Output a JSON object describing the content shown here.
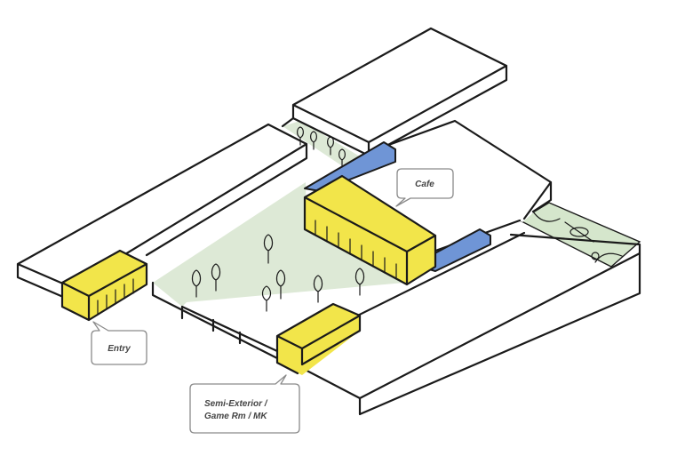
{
  "labels": {
    "cafe": "Cafe",
    "entry": "Entry",
    "semi_exterior_line1": "Semi-Exterior /",
    "semi_exterior_line2": "Game Rm / MK"
  },
  "colors": {
    "highlight_yellow": "#f2e54a",
    "link_blue": "#6f95d6",
    "courtyard_green": "#dde9d6",
    "court_green": "#d5e6cc"
  }
}
